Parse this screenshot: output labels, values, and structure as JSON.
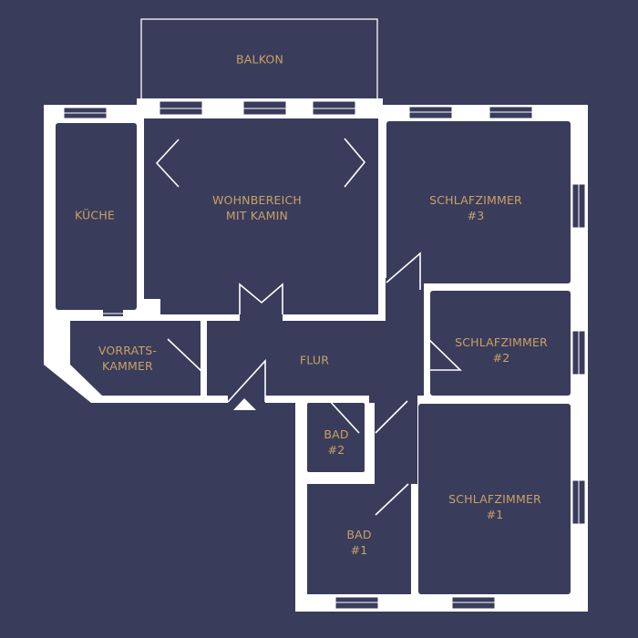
{
  "colors": {
    "background": "#3a3c5c",
    "walls": "#ffffff",
    "label": "#c9a263"
  },
  "rooms": {
    "balkon": [
      "BALKON"
    ],
    "kueche": [
      "KÜCHE"
    ],
    "wohnbereich": [
      "WOHNBEREICH",
      "MIT KAMIN"
    ],
    "schlafzimmer3": [
      "SCHLAFZIMMER",
      "#3"
    ],
    "schlafzimmer2": [
      "SCHLAFZIMMER",
      "#2"
    ],
    "schlafzimmer1": [
      "SCHLAFZIMMER",
      "#1"
    ],
    "vorratskammer": [
      "VORRATS-",
      "KAMMER"
    ],
    "flur": [
      "FLUR"
    ],
    "bad2": [
      "BAD",
      "#2"
    ],
    "bad1": [
      "BAD",
      "#1"
    ]
  }
}
